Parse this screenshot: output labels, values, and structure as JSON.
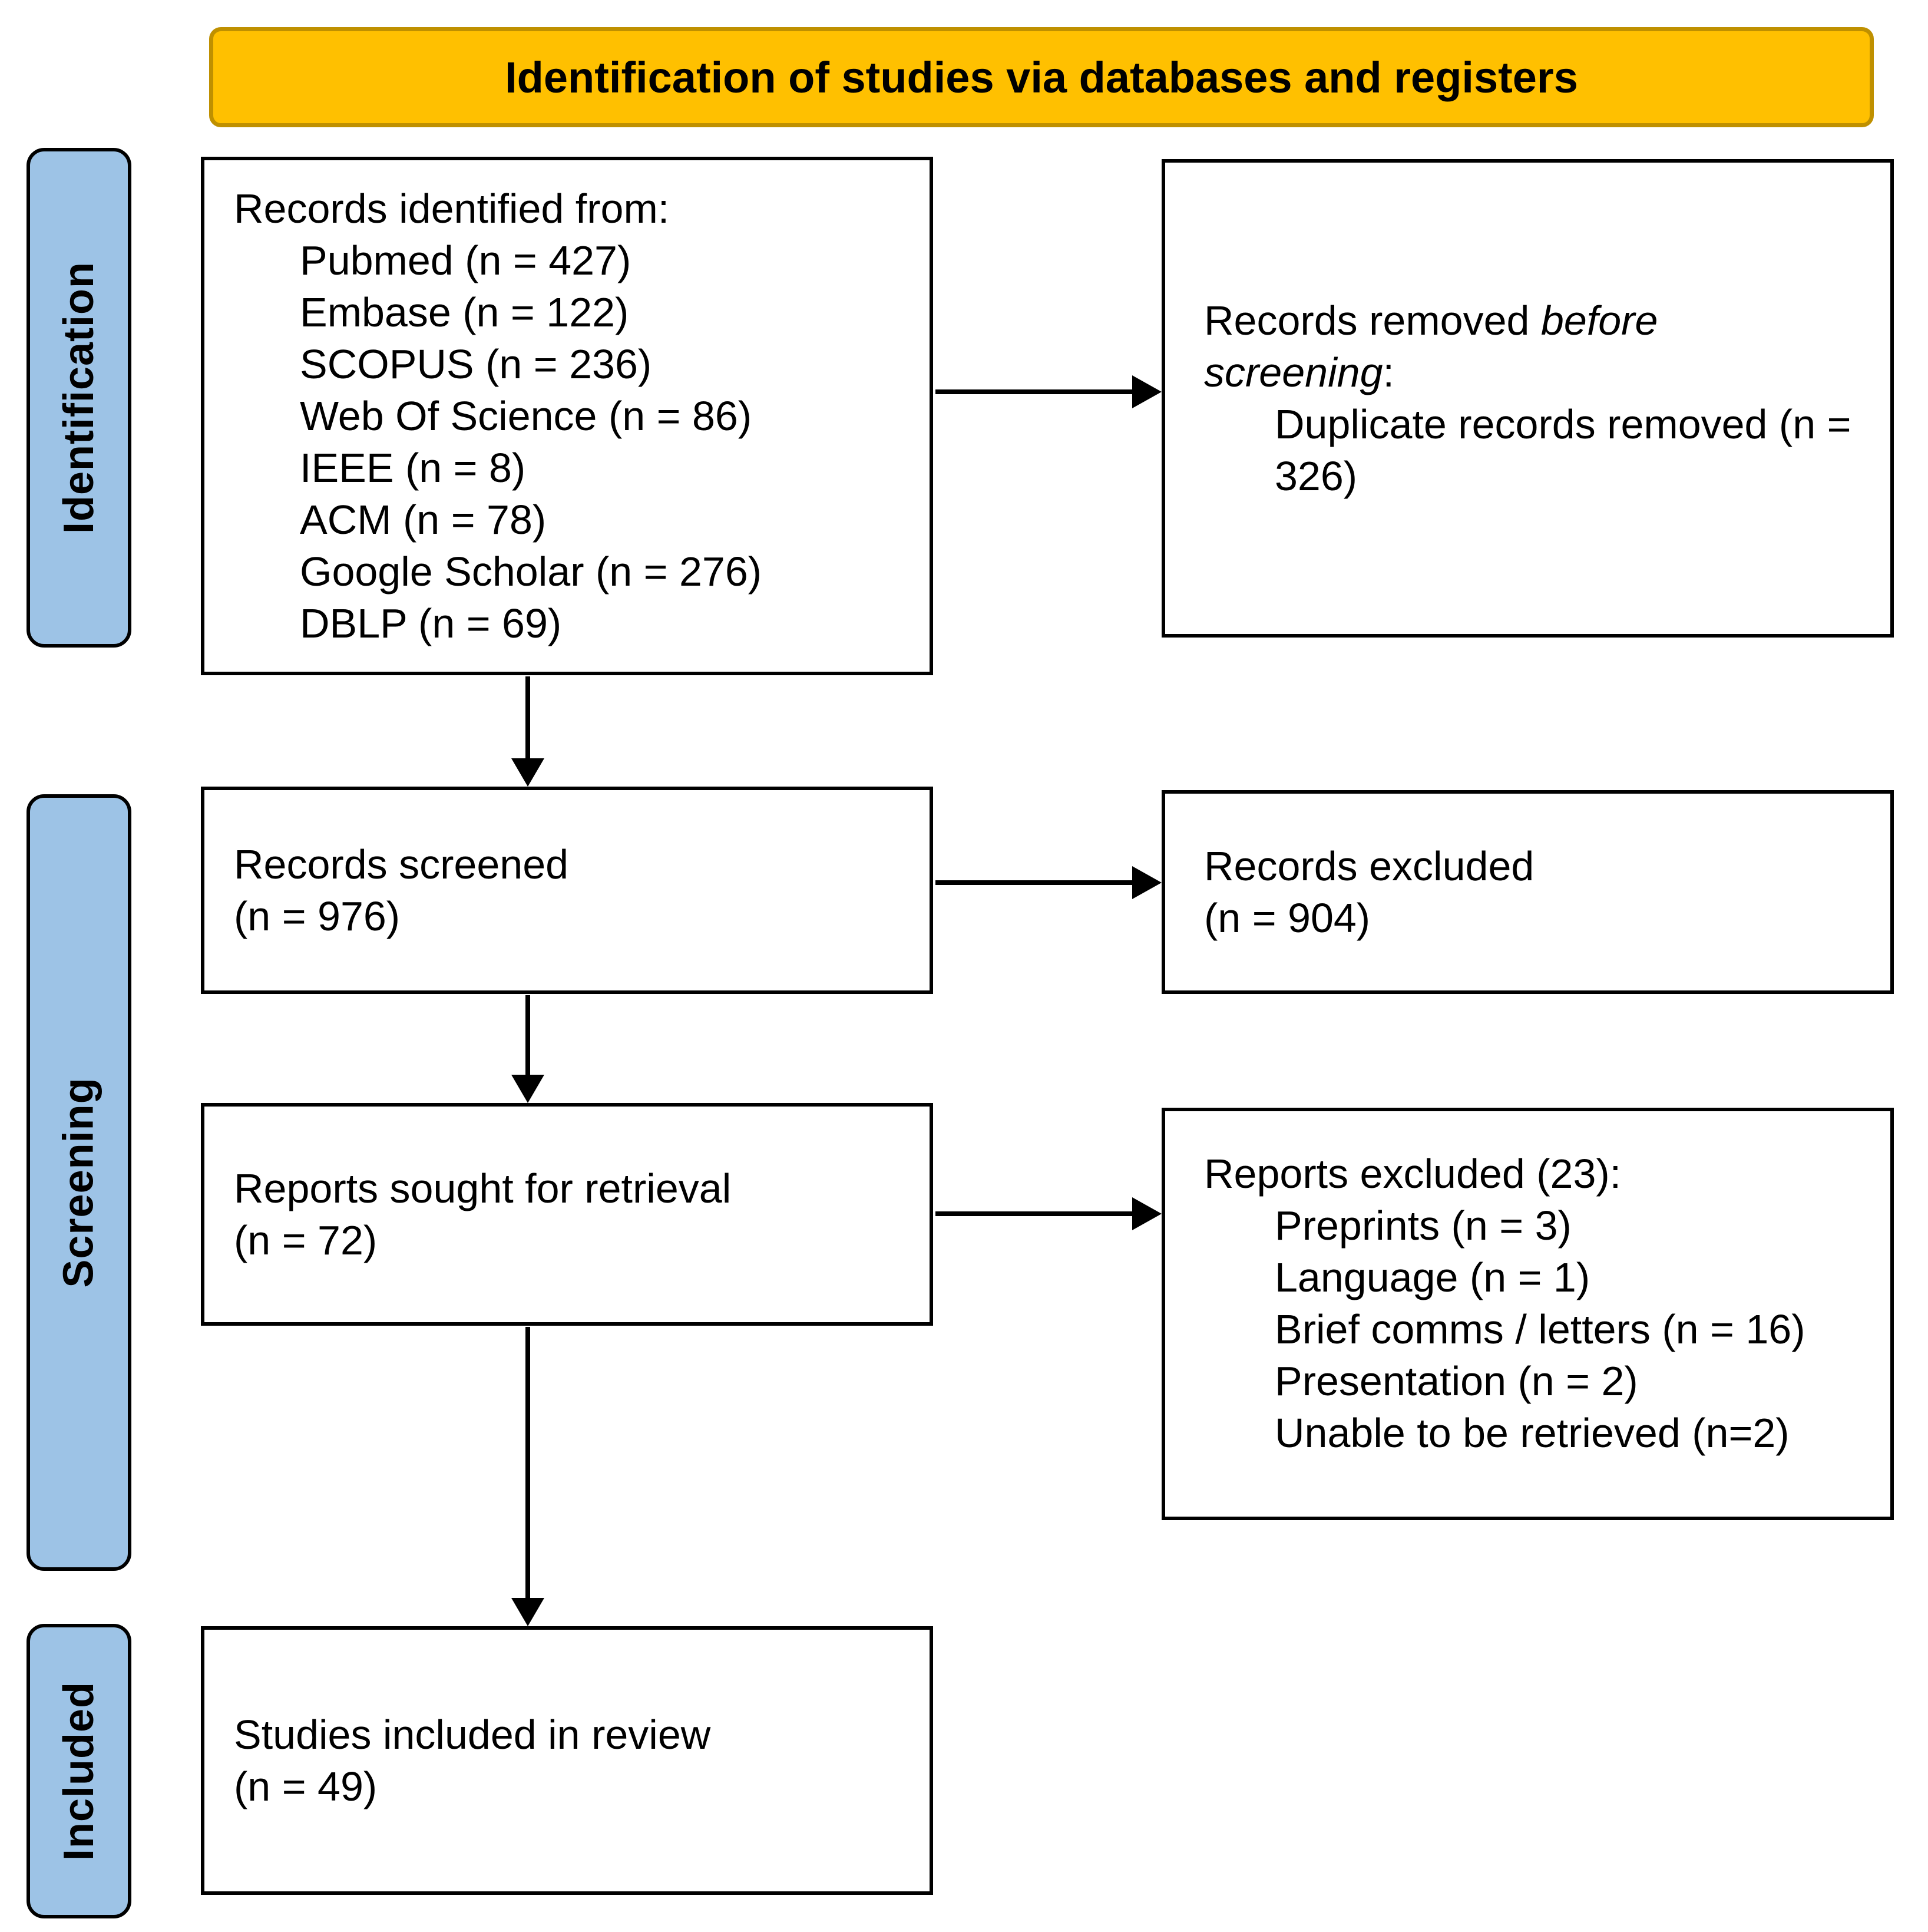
{
  "banner": {
    "title": "Identification of studies via databases and registers"
  },
  "sidebar": {
    "identification": "Identification",
    "screening": "Screening",
    "included": "Included"
  },
  "boxes": {
    "identified": {
      "heading": "Records identified from:",
      "items": [
        "Pubmed (n = 427)",
        "Embase (n = 122)",
        "SCOPUS (n = 236)",
        "Web Of Science (n = 86)",
        "IEEE (n = 8)",
        "ACM (n = 78)",
        "Google Scholar (n = 276)",
        "DBLP (n = 69)"
      ]
    },
    "removed": {
      "prefix": "Records removed ",
      "italic": "before screening",
      "suffix": ":",
      "detail": "Duplicate records removed (n = 326)"
    },
    "screened": {
      "line1": "Records screened",
      "line2": "(n = 976)"
    },
    "excluded": {
      "line1": "Records excluded",
      "line2": "(n = 904)"
    },
    "sought": {
      "line1": "Reports sought for retrieval",
      "line2": "(n = 72)"
    },
    "reports_excluded": {
      "heading": "Reports excluded (23):",
      "items": [
        "Preprints (n = 3)",
        "Language (n = 1)",
        "Brief comms / letters (n = 16)",
        "Presentation (n = 2)",
        "Unable to be retrieved (n=2)"
      ]
    },
    "included_review": {
      "line1": "Studies included in review",
      "line2": "(n = 49)"
    }
  },
  "colors": {
    "banner_fill": "#FFC000",
    "banner_border": "#BF9000",
    "sidebar_fill": "#9DC3E6"
  }
}
